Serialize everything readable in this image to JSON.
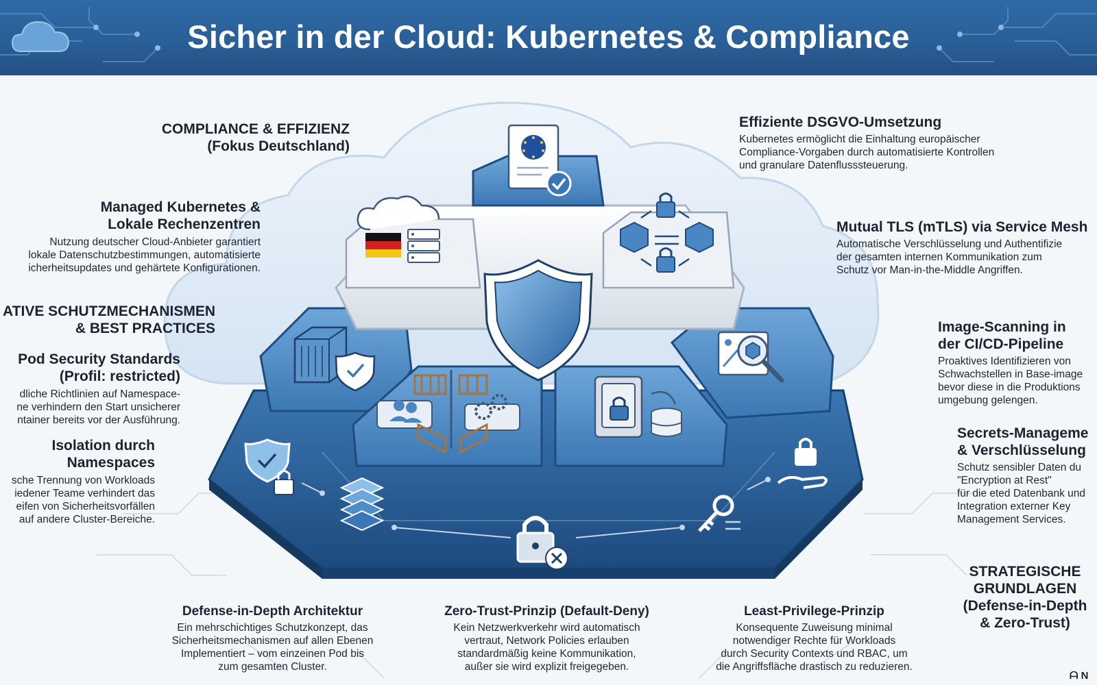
{
  "title": "Sicher in der Cloud: Kubernetes & Compliance",
  "colors": {
    "header": "#2a5f98",
    "tile": "#3f7bb8",
    "tile_dark": "#1f4f86",
    "accent": "#2f6aa6"
  },
  "left": {
    "compliance": {
      "title1": "COMPLIANCE & EFFIZIENZ",
      "title2": "(Fokus Deutschland)"
    },
    "managed": {
      "title1": "Managed Kubernetes &",
      "title2": "Lokale Rechenzentren",
      "body": [
        "Nutzung deutscher Cloud-Anbieter garantiert",
        "lokale Datenschutzbestimmungen, automatisierte",
        "icherheitsupdates und gehärtete Konfigurationen."
      ]
    },
    "native": {
      "title1": "ATIVE SCHUTZMECHANISMEN",
      "title2": "& BEST PRACTICES"
    },
    "pod": {
      "title1": "Pod Security Standards",
      "title2": "(Profil: restricted)",
      "body": [
        "dliche Richtlinien auf Namespace-",
        "ne verhindern den Start unsicherer",
        "ntainer bereits vor der Ausführung."
      ]
    },
    "isolation": {
      "title1": "Isolation durch",
      "title2": "Namespaces",
      "body": [
        "sche Trennung von Workloads",
        "iedener Teame verhindert das",
        "eifen von Sicherheitsvorfällen",
        "auf andere Cluster-Bereiche."
      ]
    }
  },
  "right": {
    "dsgvo": {
      "title": "Effiziente DSGVO-Umsetzung",
      "body": [
        "Kubernetes ermöglicht die Einhaltung europäischer",
        "Compliance-Vorgaben durch automatisierte Kontrollen",
        "und granulare Datenflusssteuerung."
      ]
    },
    "mtls": {
      "title": "Mutual TLS (mTLS) via Service Mesh",
      "body": [
        "Automatische Verschlüsselung und Authentifizie",
        "der gesamten internen Kommunikation zum",
        "Schutz vor Man-in-the-Middle Angriffen."
      ]
    },
    "scan": {
      "title1": "Image-Scanning in",
      "title2": "der CI/CD-Pipeline",
      "body": [
        "Proaktives Identifizieren von",
        "Schwachstellen in Base-image",
        "bevor diese in die Produktions",
        "umgebung gelengen."
      ]
    },
    "secrets": {
      "title1": "Secrets-Manageme",
      "title2": "& Verschlüsselung",
      "body": [
        "Schutz sensibler Daten du",
        "\"Encryption at Rest\"",
        "für die eted Datenbank und",
        "Integration externer Key",
        "Management Services."
      ]
    },
    "strategic": {
      "lines": [
        "STRATEGISCHE",
        "GRUNDLAGEN",
        "(Defense-in-Depth",
        "& Zero-Trust)"
      ]
    }
  },
  "bottom": {
    "defense": {
      "title": "Defense-in-Depth Architektur",
      "body": [
        "Ein mehrschichtiges Schutzkonzept, das",
        "Sicherheitsmechanismen auf allen Ebenen",
        "Implementiert – vom einzeinen Pod bis",
        "zum gesamten Cluster."
      ]
    },
    "zerotrust": {
      "title": "Zero-Trust-Prinzip (Default-Deny)",
      "body": [
        "Kein Netzwerkverkehr wird automatisch",
        "vertraut, Network Policies erlauben",
        "standardmäßig keine Kommunikation,",
        "außer sie wird explizit freigegeben."
      ]
    },
    "leastpriv": {
      "title": "Least-Privilege-Prinzip",
      "body": [
        "Konsequente Zuweisung minimal",
        "notwendiger Rechte für Workloads",
        "durch Security Contexts und RBAC, um",
        "die Angriffsfläche drastisch zu reduzieren."
      ]
    }
  },
  "corner": "ᗩ N",
  "icons": [
    "cloud-icon",
    "eu-document-icon",
    "german-flag-icon",
    "server-icon",
    "network-lock-icon",
    "shield-icon",
    "container-icon",
    "namespace-fence-icon",
    "vault-icon",
    "image-scan-icon",
    "layers-icon",
    "padlock-deny-icon",
    "key-icon",
    "hand-lock-icon"
  ]
}
